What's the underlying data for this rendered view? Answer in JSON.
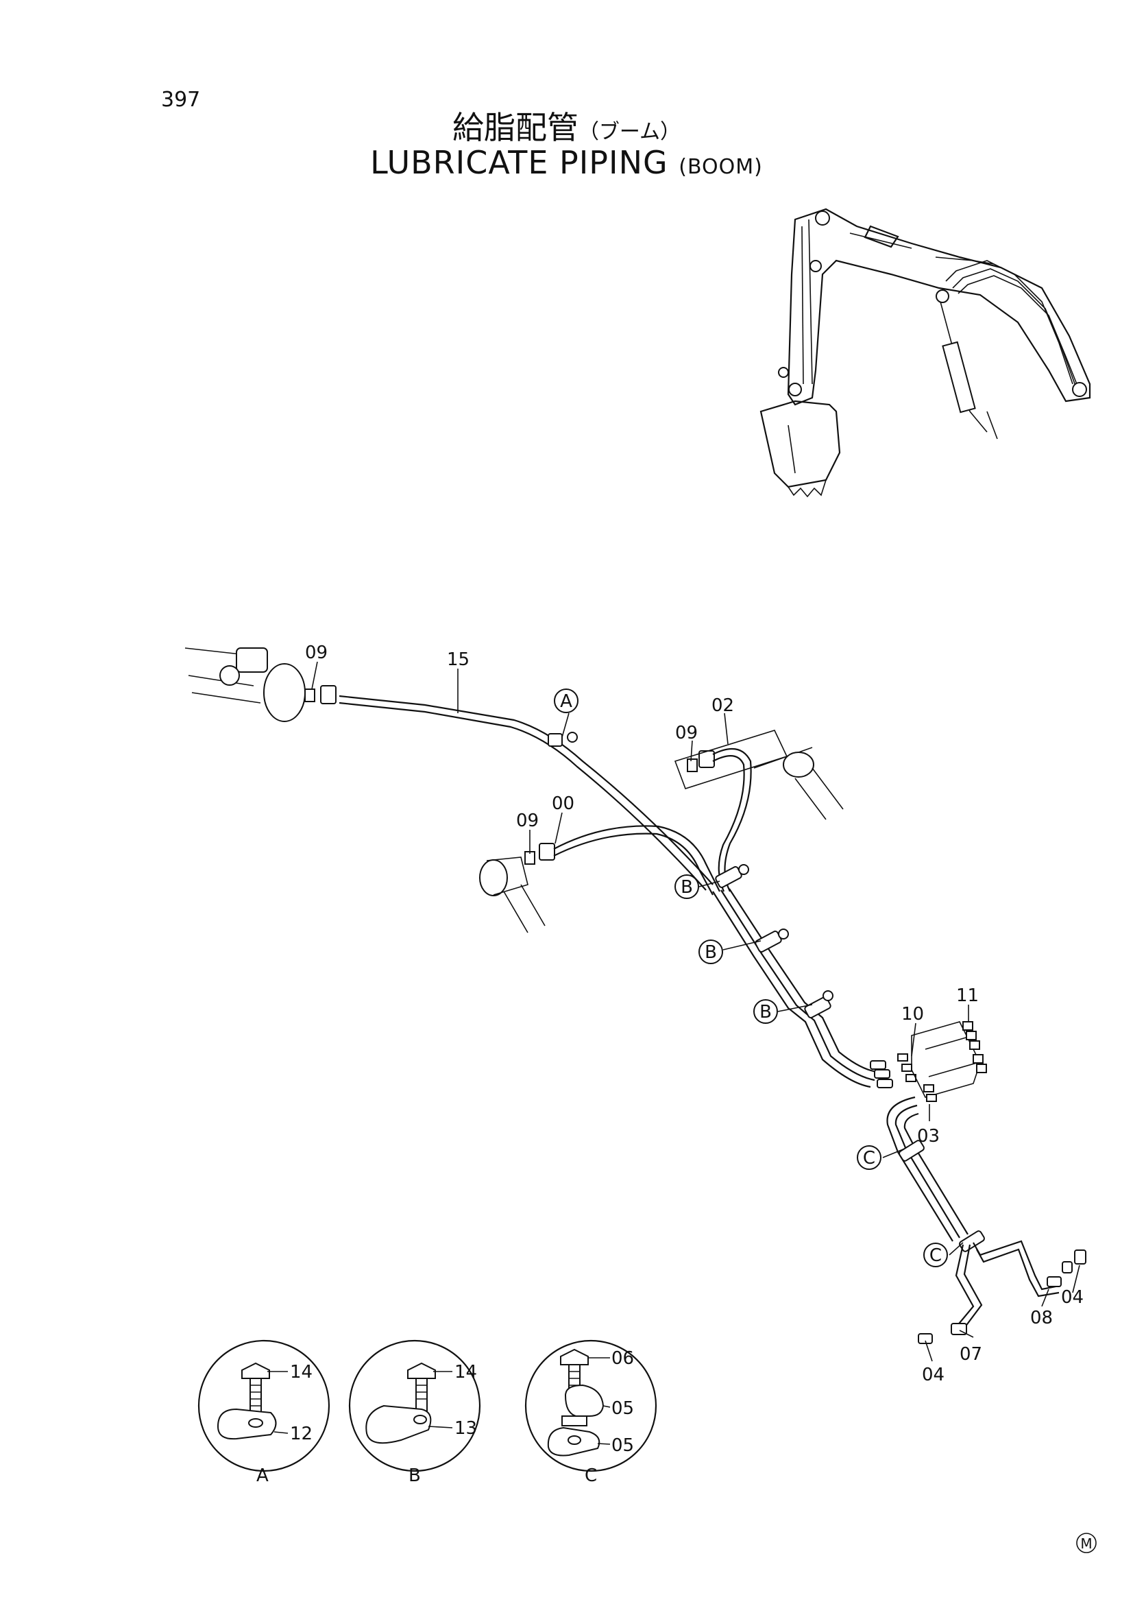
{
  "page_number": "397",
  "title_jp": "給脂配管",
  "title_jp_sub": "（ブーム）",
  "title_en": "LUBRICATE PIPING",
  "title_en_sub": "(BOOM)",
  "callouts": {
    "p09a": "09",
    "p15": "15",
    "p02": "02",
    "p09b": "09",
    "p00": "00",
    "p09c": "09",
    "p11": "11",
    "p10": "10",
    "p03": "03",
    "p04a": "04",
    "p08": "08",
    "p04b": "04",
    "p07": "07"
  },
  "markers": {
    "a1": "A",
    "b1": "B",
    "b2": "B",
    "b3": "B",
    "c1": "C",
    "c2": "C"
  },
  "details": {
    "a": {
      "label": "A",
      "bolt": "14",
      "clamp": "12"
    },
    "b": {
      "label": "B",
      "bolt": "14",
      "clamp": "13"
    },
    "c": {
      "label": "C",
      "bolt": "06",
      "clamp_top": "05",
      "clamp_bottom": "05"
    }
  },
  "mark": "M"
}
